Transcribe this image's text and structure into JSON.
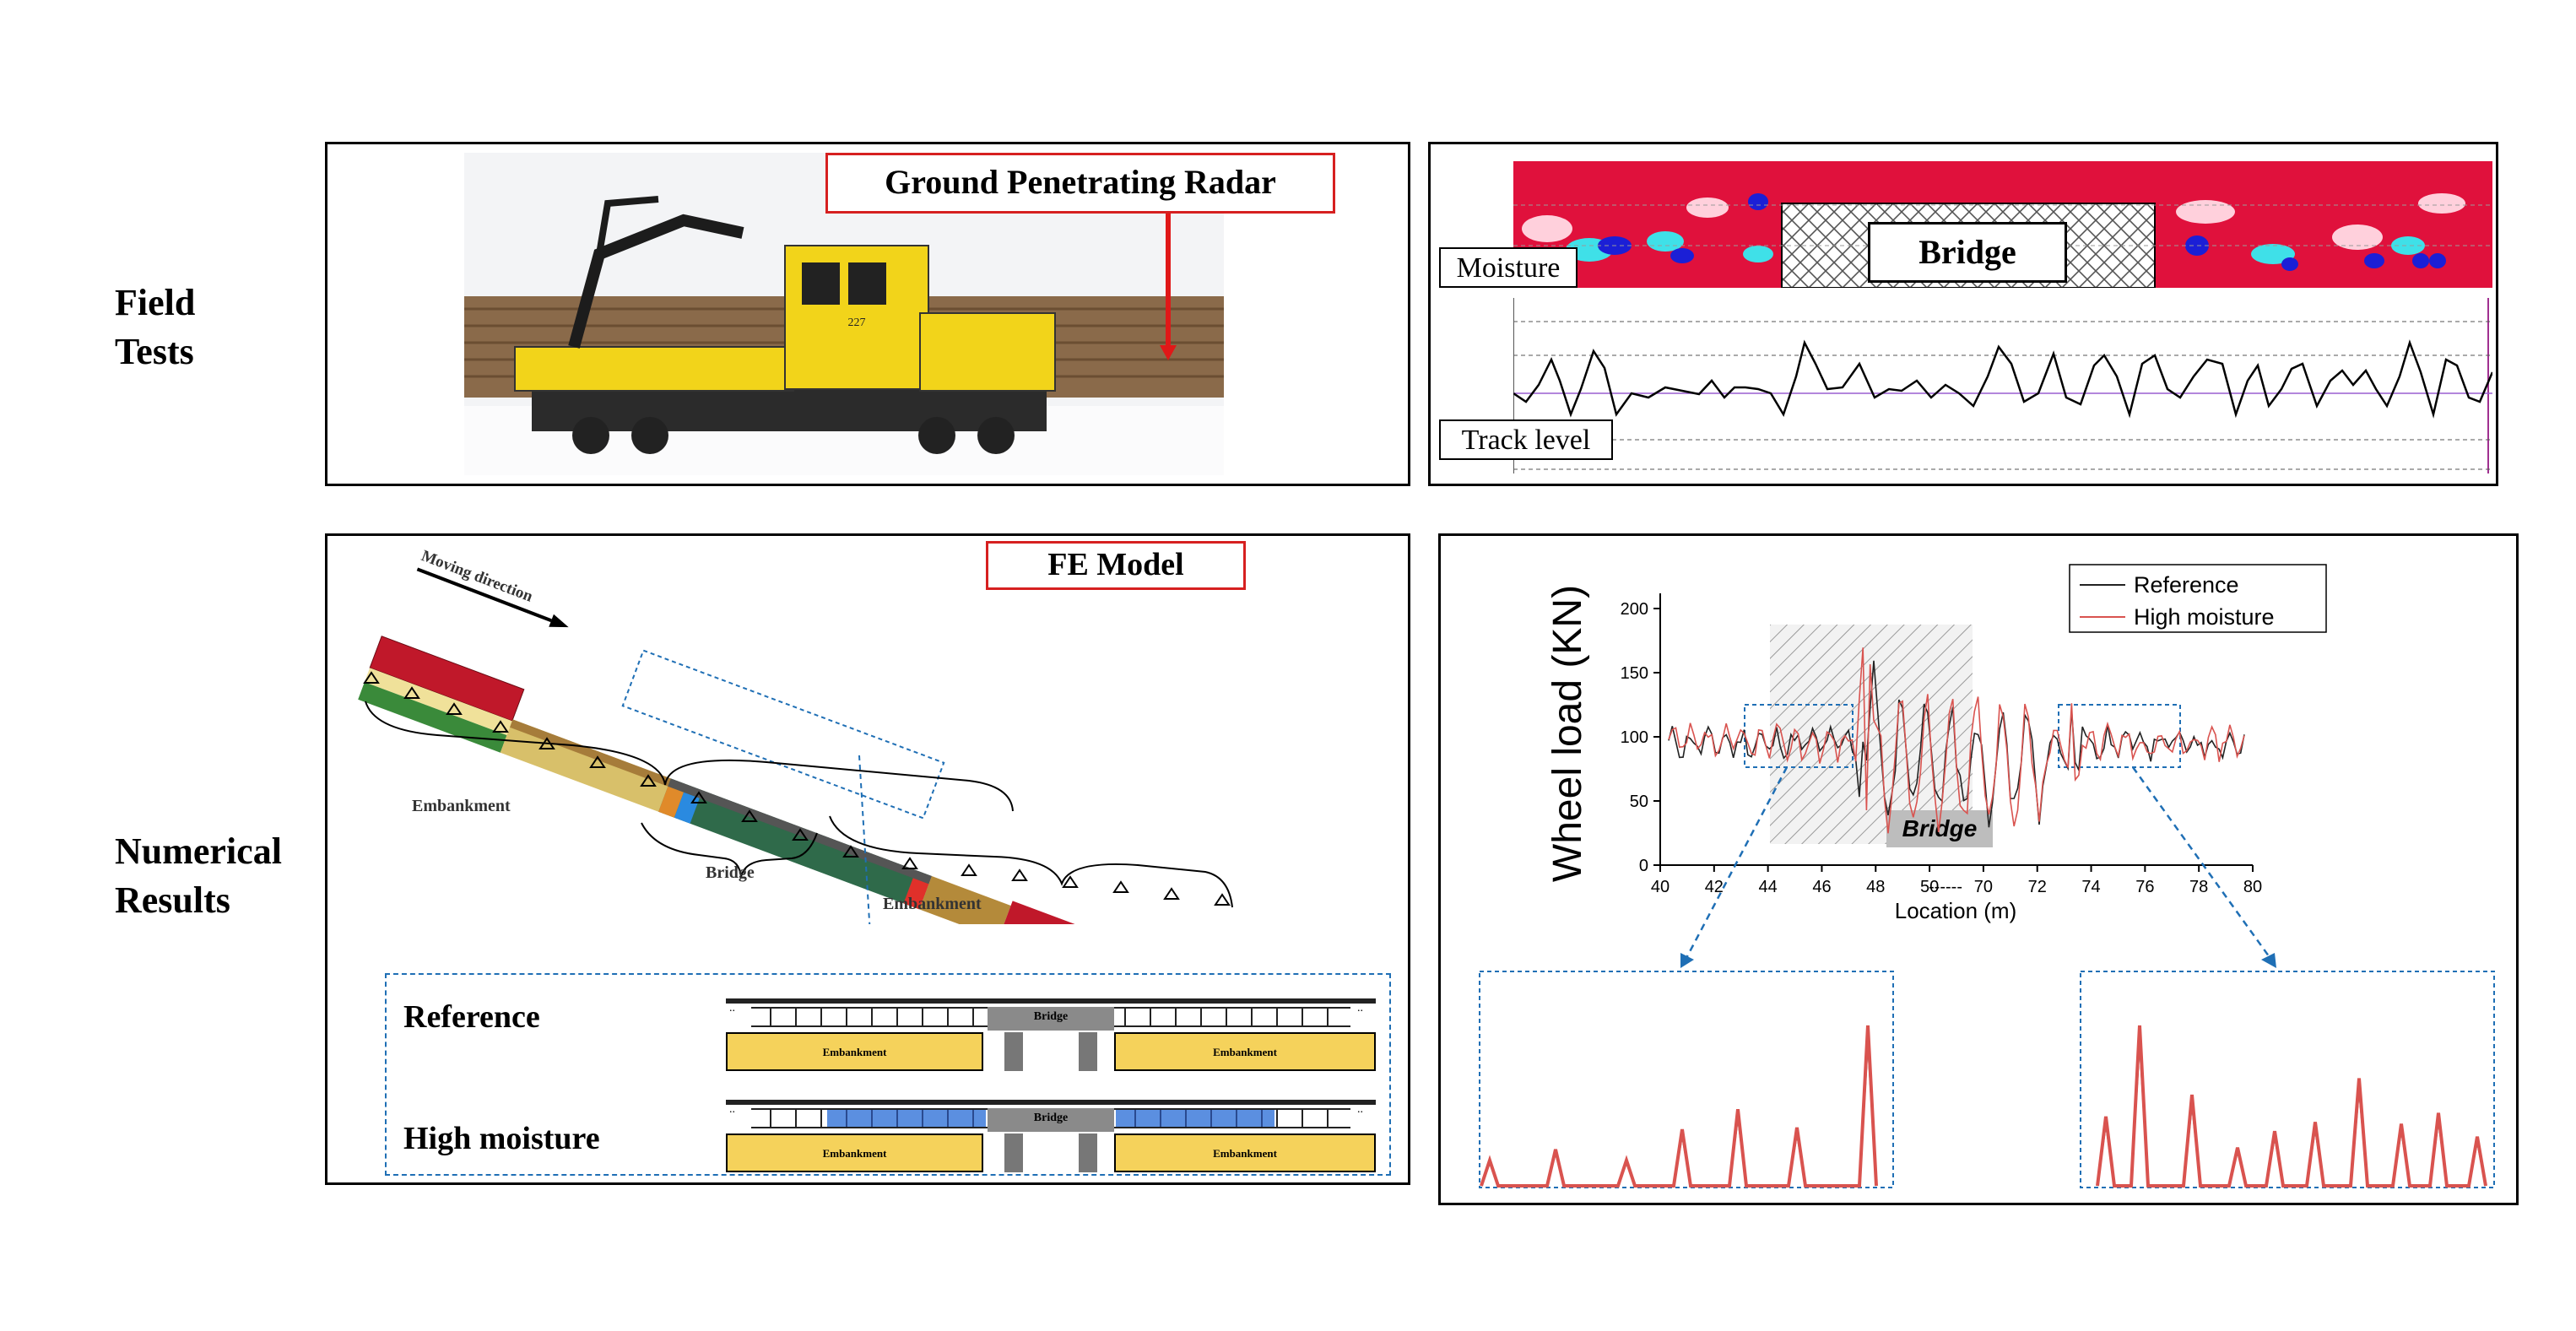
{
  "rows": {
    "field_tests": "Field\nTests",
    "numerical_results": "Numerical\nResults"
  },
  "gpr_panel": {
    "label": "Ground Penetrating Radar"
  },
  "radar_panel": {
    "moisture_label": "Moisture",
    "bridge_label": "Bridge",
    "track_label": "Track level"
  },
  "fe_panel": {
    "title": "FE Model",
    "moving_direction": "Moving direction",
    "embankment_left": "Embankment",
    "bridge": "Bridge",
    "embankment_right": "Embankment",
    "cross_sections": {
      "reference_label": "Reference",
      "high_moisture_label": "High moisture",
      "embankment_tag": "Embankment",
      "bridge_tag": "Bridge",
      "rail_dots": ".."
    }
  },
  "chart_data": {
    "type": "line",
    "ylabel": "Wheel load (KN)",
    "xlabel": "Location (m)",
    "ylim": [
      0,
      200
    ],
    "yticks": [
      "0",
      "50",
      "100",
      "150",
      "200"
    ],
    "xticks": [
      "40",
      "42",
      "44",
      "46",
      "48",
      "50",
      "70",
      "72",
      "74",
      "76",
      "78",
      "80"
    ],
    "x_break_marker": "------",
    "bridge_label": "Bridge",
    "legend": [
      "Reference",
      "High moisture"
    ],
    "series": [
      {
        "name": "Reference",
        "color": "#222222"
      },
      {
        "name": "High moisture",
        "color": "#d9534f"
      }
    ]
  },
  "colors": {
    "bridge_hatch": "#bdbdbd",
    "reference": "#222222",
    "high_moisture": "#d9534f",
    "zoom_box": "#1f6fb5",
    "embankment_fill": "#f5d25b",
    "moisture_fill": "#5b8fe0",
    "radar_red": "#e0113c"
  }
}
